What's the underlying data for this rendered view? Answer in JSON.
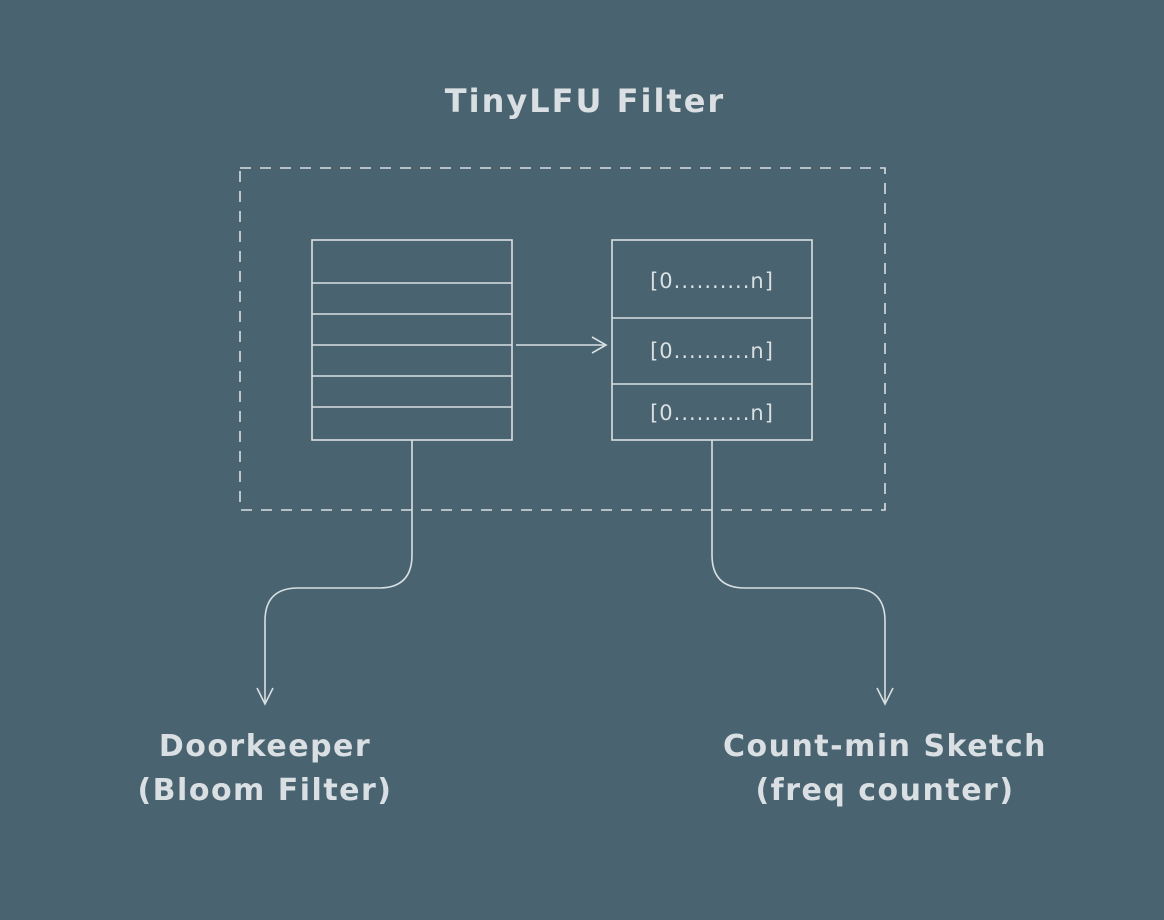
{
  "title": "TinyLFU Filter",
  "counter_array": {
    "rows": [
      "[0..........n]",
      "[0..........n]",
      "[0..........n]"
    ]
  },
  "labels": {
    "doorkeeper": {
      "line1": "Doorkeeper",
      "line2": "(Bloom Filter)"
    },
    "countmin": {
      "line1": "Count-min Sketch",
      "line2": "(freq counter)"
    }
  },
  "colors": {
    "background": "#496470",
    "foreground": "#d9dfe2"
  }
}
